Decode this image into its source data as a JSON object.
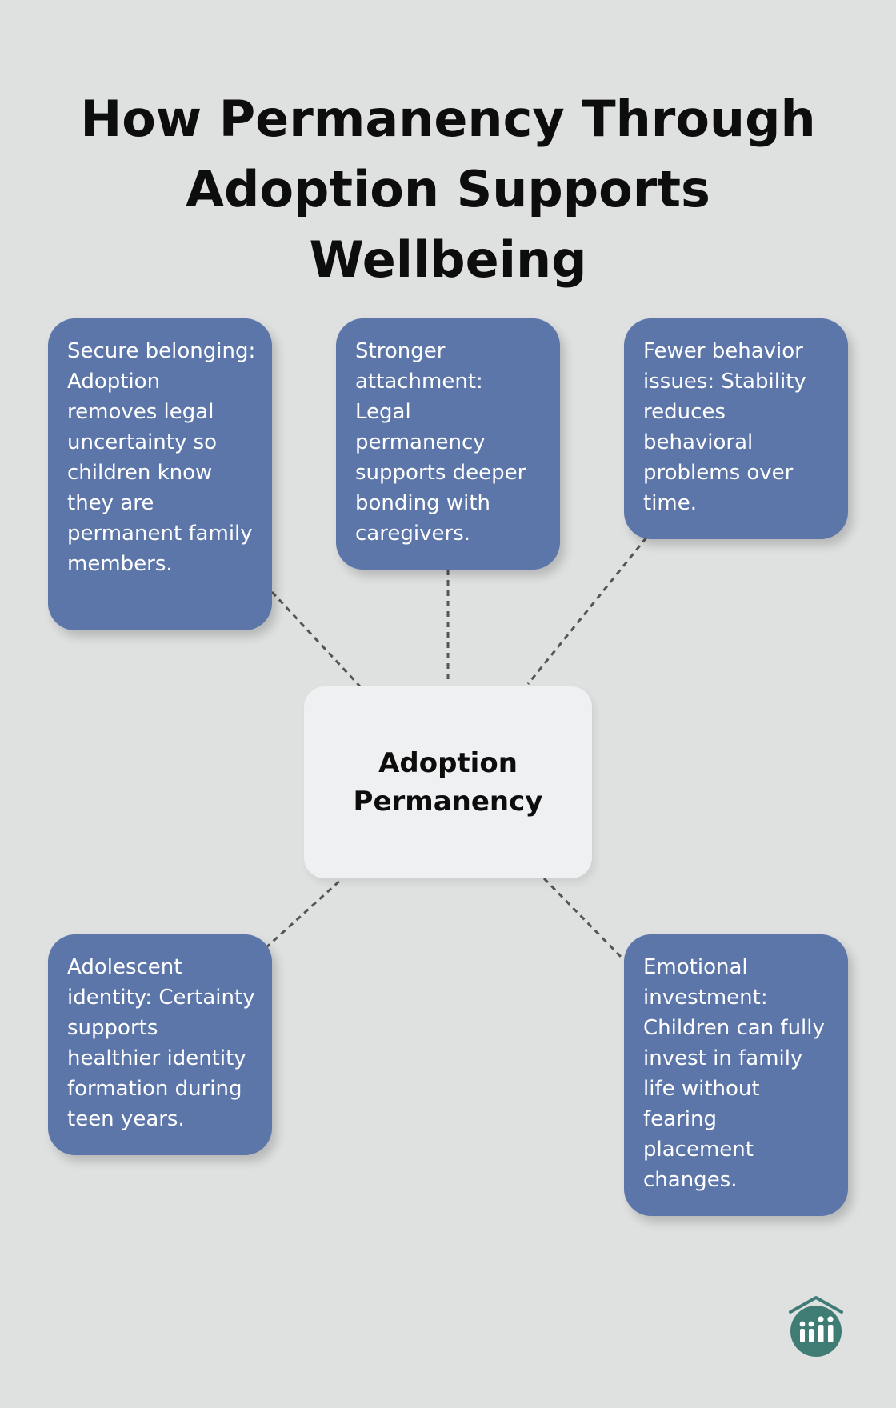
{
  "title": {
    "line1": "How Permanency Through",
    "line2": "Adoption Supports Wellbeing"
  },
  "center": {
    "label": "Adoption Permanency"
  },
  "cards": [
    {
      "text": "Secure belonging: Adoption removes legal uncertainty so children know they are permanent family members."
    },
    {
      "text": "Stronger attachment: Legal permanency supports deeper bonding with caregivers."
    },
    {
      "text": "Fewer behavior issues: Stability reduces behavioral problems over time."
    },
    {
      "text": "Adolescent identity: Certainty supports healthier identity formation during teen years."
    },
    {
      "text": "Emotional investment: Children can fully invest in family life without fearing placement changes."
    }
  ],
  "colors": {
    "background": "#dfe1e1",
    "card": "#5d76a9",
    "center_box": "#eff0f2",
    "connector": "#555555",
    "logo": "#3f7c74"
  },
  "logo": {
    "icon": "family-house-logo-icon"
  }
}
